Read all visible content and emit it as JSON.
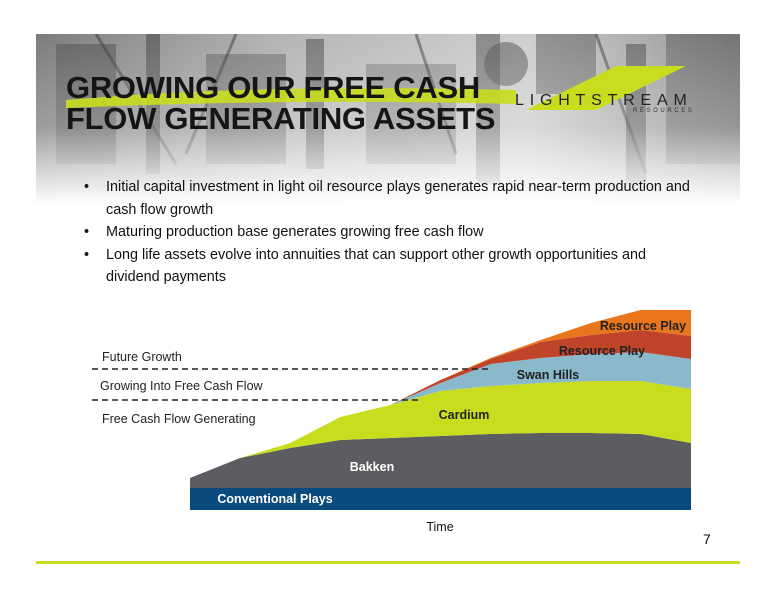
{
  "slide": {
    "title_line1": "GROWING OUR FREE CASH",
    "title_line2": "FLOW GENERATING ASSETS",
    "logo_word": "LIGHTSTREAM",
    "logo_sub": "RESOURCES",
    "page_number": "7",
    "accent_color": "#c9dd1e"
  },
  "bullets": [
    {
      "text": "Initial capital investment in light oil resource plays generates rapid near-term production and cash flow growth"
    },
    {
      "text": "Maturing production base generates growing free cash flow"
    },
    {
      "text": "Long life assets evolve into annuities that can support other growth opportunities and dividend payments"
    }
  ],
  "chart_data": {
    "type": "area",
    "xlabel": "Time",
    "ylabel": "",
    "phase_labels": [
      "Future Growth",
      "Growing Into Free Cash Flow",
      "Free Cash Flow Generating"
    ],
    "x": [
      0,
      1,
      2,
      3,
      4,
      5,
      6,
      7,
      8,
      9,
      10
    ],
    "series": [
      {
        "name": "Conventional Plays",
        "color": "#0a4a7c",
        "values": [
          22,
          22,
          22,
          22,
          22,
          22,
          22,
          22,
          22,
          22,
          22
        ]
      },
      {
        "name": "Bakken",
        "color": "#5b5d60",
        "values": [
          10,
          30,
          40,
          48,
          50,
          52,
          54,
          55,
          55,
          54,
          45
        ]
      },
      {
        "name": "Cardium",
        "color": "#c9dd1e",
        "values": [
          0,
          0,
          5,
          23,
          33,
          45,
          48,
          50,
          52,
          53,
          54
        ]
      },
      {
        "name": "Swan Hills",
        "color": "#8ab9cb",
        "values": [
          0,
          0,
          0,
          0,
          0,
          8,
          22,
          25,
          27,
          29,
          30
        ]
      },
      {
        "name": "Resource Play",
        "color": "#c0442a",
        "values": [
          0,
          0,
          0,
          0,
          0,
          3,
          5,
          16,
          19,
          22,
          23
        ]
      },
      {
        "name": "Resource Play",
        "color": "#e9761d",
        "values": [
          0,
          0,
          0,
          0,
          0,
          0,
          1,
          2,
          12,
          20,
          26
        ]
      }
    ]
  }
}
